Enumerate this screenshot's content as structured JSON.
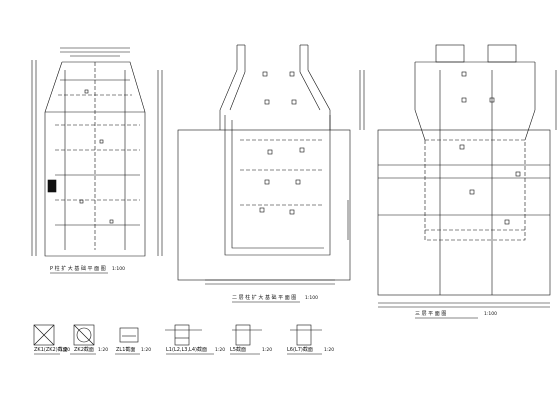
{
  "drawing": {
    "view1": {
      "title": "P  柱  扩  大  基  础  平  面  图",
      "scale": "1:100"
    },
    "view2": {
      "title": "二  层  柱  扩  大  基  础  平  面  图",
      "scale": "1:100"
    },
    "view3": {
      "title": "三  层  平  面  图",
      "scale": "1:100"
    },
    "details": [
      {
        "label": "ZK1(ZK2)截面",
        "scale": "1:20"
      },
      {
        "label": "ZK2截面",
        "scale": "1:20"
      },
      {
        "label": "ZL1截面",
        "scale": "1:20"
      },
      {
        "label": "L1(L2,L3,L4)截面",
        "scale": "1:20"
      },
      {
        "label": "L5截面",
        "scale": "1:20"
      },
      {
        "label": "L6(L7)截面",
        "scale": "1:20"
      }
    ]
  }
}
